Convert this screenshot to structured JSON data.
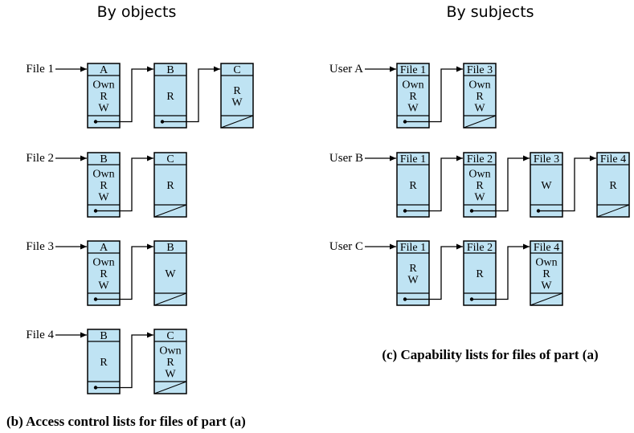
{
  "headers": {
    "left": "By objects",
    "right": "By subjects"
  },
  "colors": {
    "node_fill": "#bfe3f3",
    "stroke": "#000000"
  },
  "acl": {
    "caption": "(b) Access control lists for files of part (a)",
    "rows": [
      {
        "label": "File 1",
        "nodes": [
          {
            "head": "A",
            "rights": [
              "Own",
              "R",
              "W"
            ]
          },
          {
            "head": "B",
            "rights": [
              "R"
            ]
          },
          {
            "head": "C",
            "rights": [
              "R",
              "W"
            ]
          }
        ]
      },
      {
        "label": "File 2",
        "nodes": [
          {
            "head": "B",
            "rights": [
              "Own",
              "R",
              "W"
            ]
          },
          {
            "head": "C",
            "rights": [
              "R"
            ]
          }
        ]
      },
      {
        "label": "File 3",
        "nodes": [
          {
            "head": "A",
            "rights": [
              "Own",
              "R",
              "W"
            ]
          },
          {
            "head": "B",
            "rights": [
              "W"
            ]
          }
        ]
      },
      {
        "label": "File 4",
        "nodes": [
          {
            "head": "B",
            "rights": [
              "R"
            ]
          },
          {
            "head": "C",
            "rights": [
              "Own",
              "R",
              "W"
            ]
          }
        ]
      }
    ]
  },
  "cap": {
    "caption": "(c) Capability lists for files of part (a)",
    "rows": [
      {
        "label": "User A",
        "nodes": [
          {
            "head": "File 1",
            "rights": [
              "Own",
              "R",
              "W"
            ]
          },
          {
            "head": "File 3",
            "rights": [
              "Own",
              "R",
              "W"
            ]
          }
        ]
      },
      {
        "label": "User B",
        "nodes": [
          {
            "head": "File 1",
            "rights": [
              "R"
            ]
          },
          {
            "head": "File 2",
            "rights": [
              "Own",
              "R",
              "W"
            ]
          },
          {
            "head": "File 3",
            "rights": [
              "W"
            ]
          },
          {
            "head": "File 4",
            "rights": [
              "R"
            ]
          }
        ]
      },
      {
        "label": "User C",
        "nodes": [
          {
            "head": "File 1",
            "rights": [
              "R",
              "W"
            ]
          },
          {
            "head": "File 2",
            "rights": [
              "R"
            ]
          },
          {
            "head": "File 4",
            "rights": [
              "Own",
              "R",
              "W"
            ]
          }
        ]
      }
    ]
  }
}
